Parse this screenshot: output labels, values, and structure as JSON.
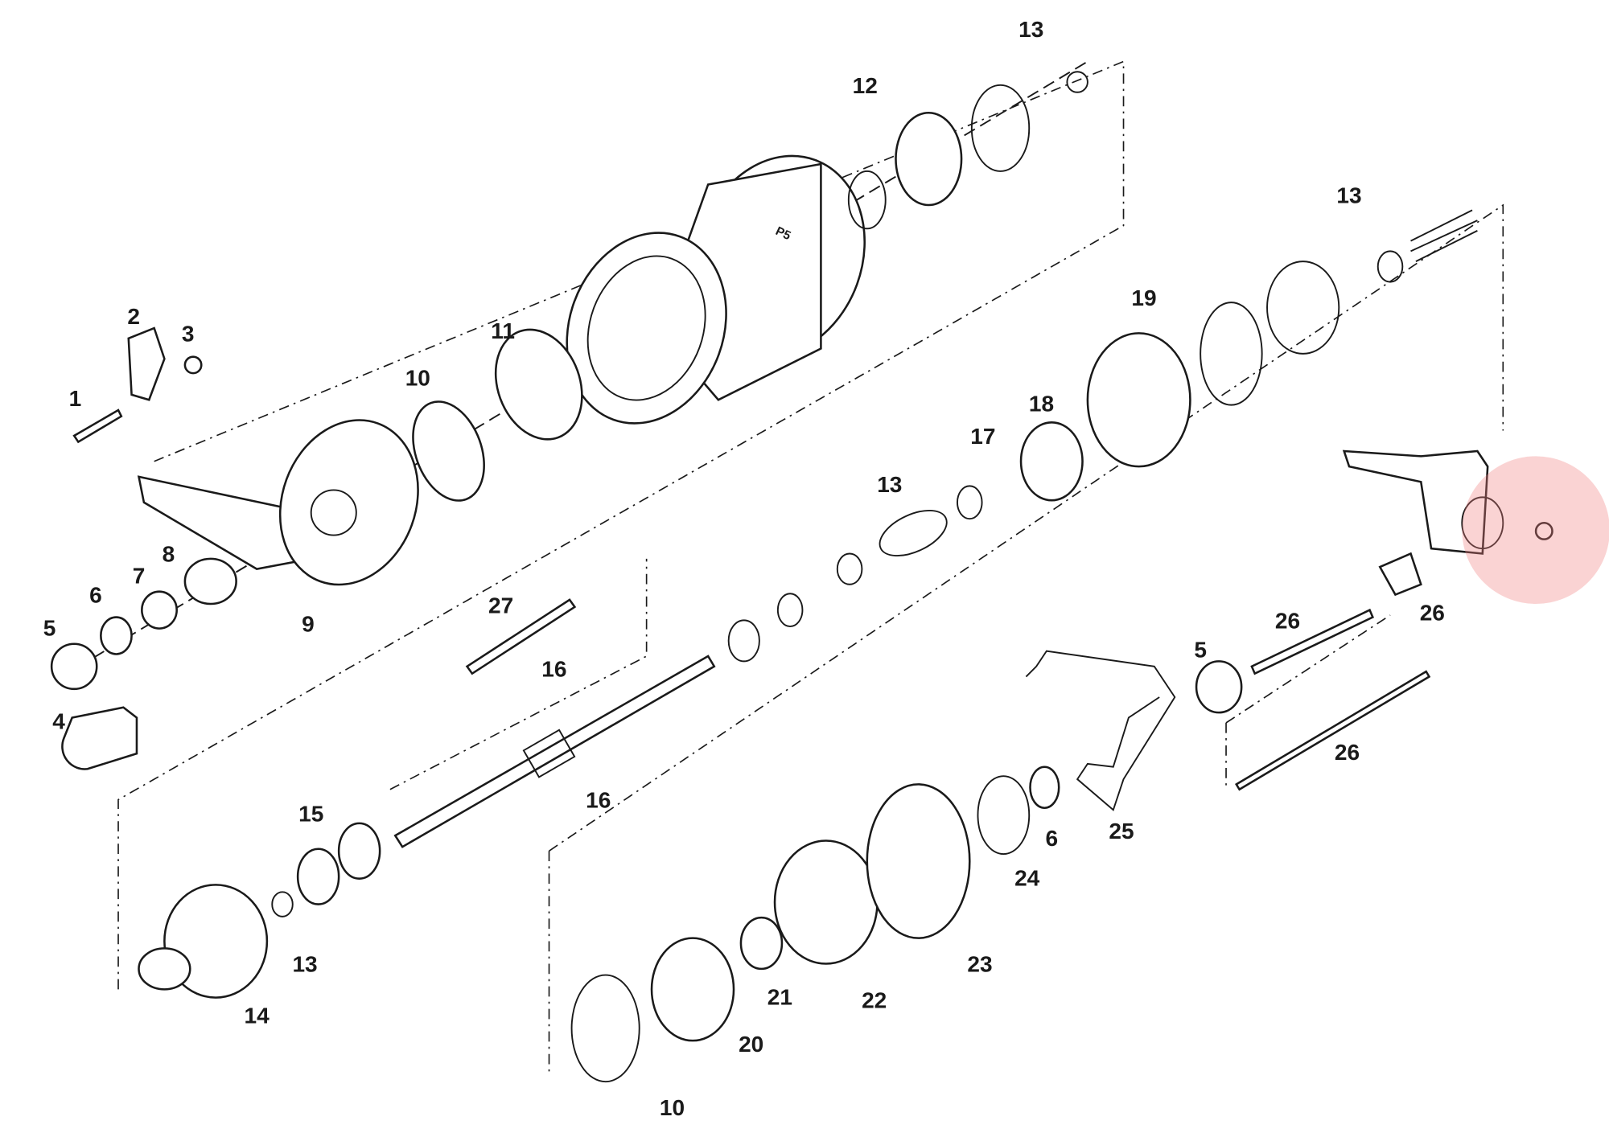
{
  "title": "Hub exploded parts diagram",
  "hub_marking": "P5",
  "highlight_color": "#f08080",
  "labels": [
    {
      "id": "13",
      "key": "l0"
    },
    {
      "id": "12",
      "key": "l1"
    },
    {
      "id": "13",
      "key": "l2"
    },
    {
      "id": "2",
      "key": "l3"
    },
    {
      "id": "3",
      "key": "l4"
    },
    {
      "id": "11",
      "key": "l5"
    },
    {
      "id": "10",
      "key": "l6"
    },
    {
      "id": "19",
      "key": "l7"
    },
    {
      "id": "1",
      "key": "l8"
    },
    {
      "id": "18",
      "key": "l9"
    },
    {
      "id": "17",
      "key": "l10"
    },
    {
      "id": "13",
      "key": "l11"
    },
    {
      "id": "8",
      "key": "l12"
    },
    {
      "id": "7",
      "key": "l13"
    },
    {
      "id": "6",
      "key": "l14"
    },
    {
      "id": "5",
      "key": "l15"
    },
    {
      "id": "9",
      "key": "l16"
    },
    {
      "id": "27",
      "key": "l17"
    },
    {
      "id": "16",
      "key": "l18"
    },
    {
      "id": "26",
      "key": "l19"
    },
    {
      "id": "26",
      "key": "l20"
    },
    {
      "id": "5",
      "key": "l21"
    },
    {
      "id": "4",
      "key": "l22"
    },
    {
      "id": "26",
      "key": "l23"
    },
    {
      "id": "15",
      "key": "l24"
    },
    {
      "id": "16",
      "key": "l25"
    },
    {
      "id": "25",
      "key": "l26"
    },
    {
      "id": "6",
      "key": "l27"
    },
    {
      "id": "24",
      "key": "l28"
    },
    {
      "id": "13",
      "key": "l29"
    },
    {
      "id": "23",
      "key": "l30"
    },
    {
      "id": "14",
      "key": "l31"
    },
    {
      "id": "21",
      "key": "l32"
    },
    {
      "id": "22",
      "key": "l33"
    },
    {
      "id": "20",
      "key": "l34"
    },
    {
      "id": "10",
      "key": "l35"
    }
  ]
}
